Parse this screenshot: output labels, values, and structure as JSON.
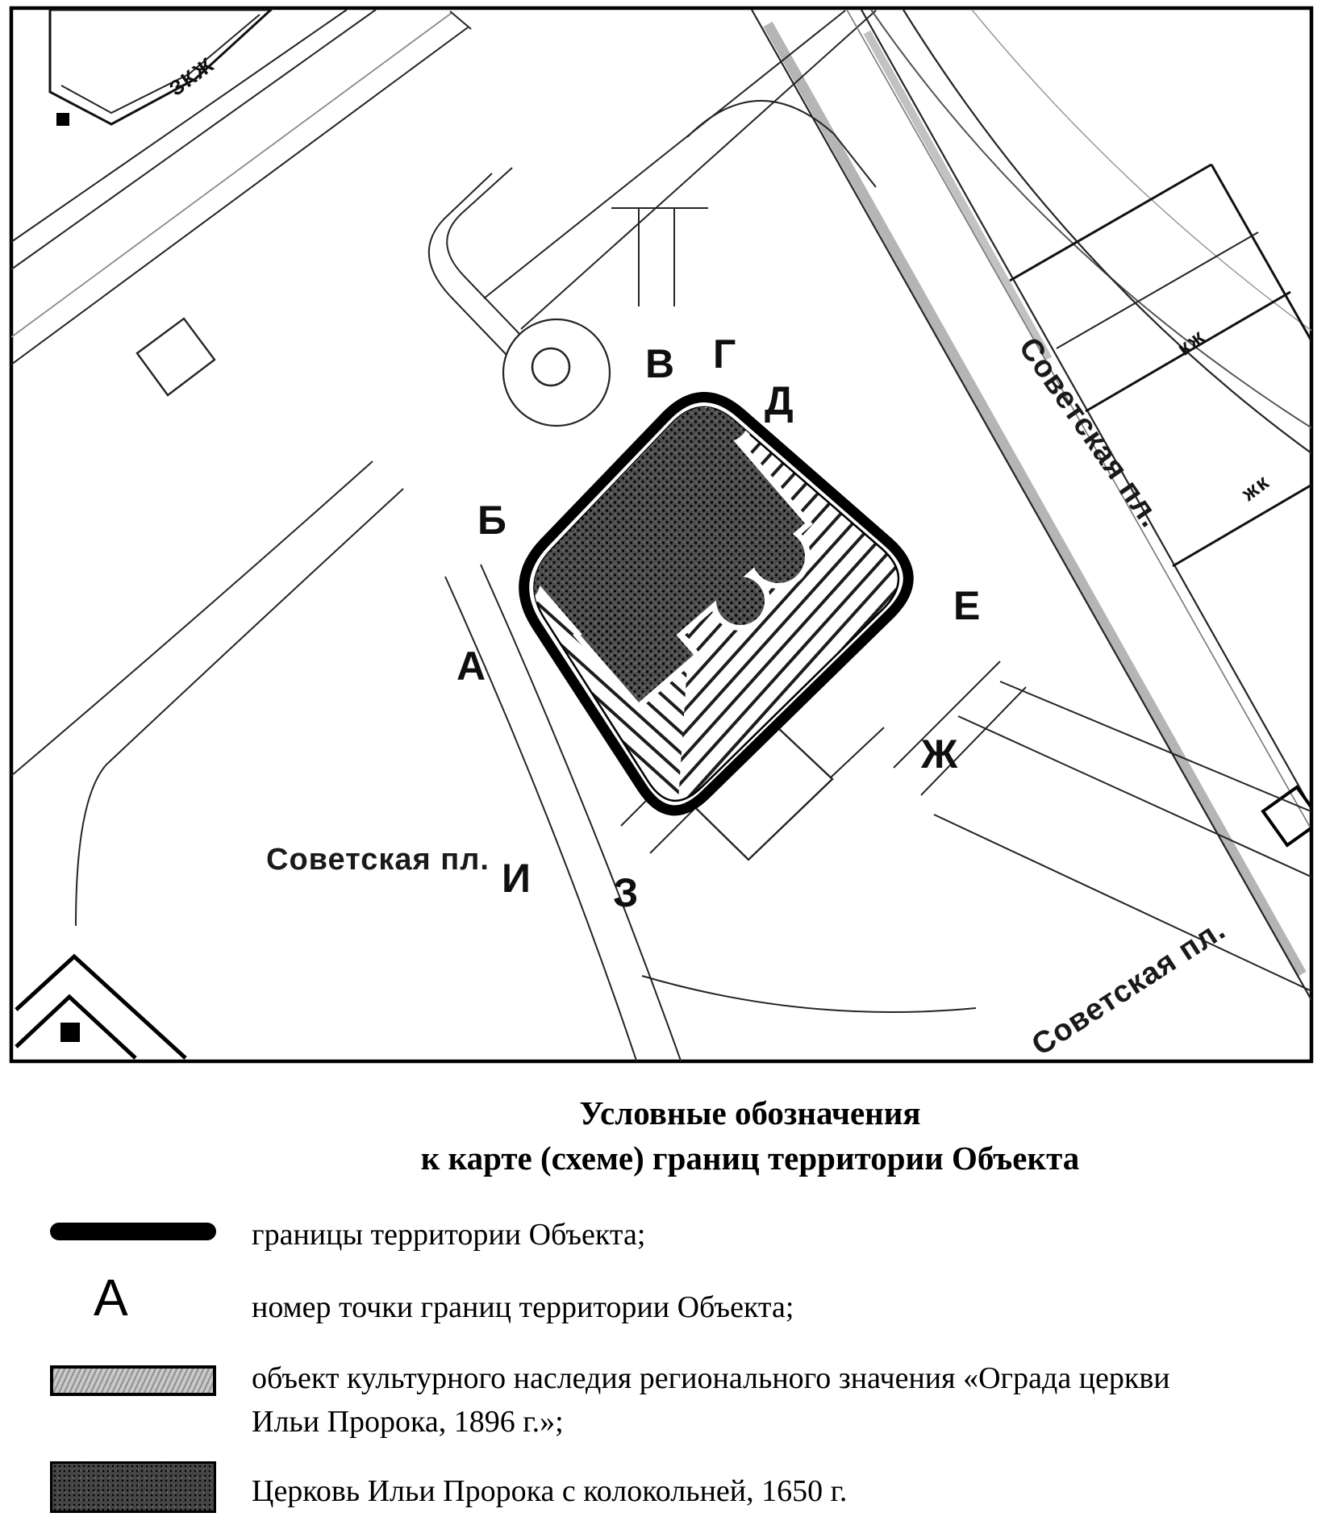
{
  "map": {
    "street_labels": [
      {
        "text": "Советская пл."
      },
      {
        "text": "Советская пл."
      },
      {
        "text": "Советская пл."
      }
    ],
    "boundary_point_labels": [
      "А",
      "Б",
      "В",
      "Г",
      "Д",
      "Е",
      "Ж",
      "З",
      "И"
    ],
    "building_block_labels": [
      "ЗКЖ",
      "кж",
      "жк"
    ],
    "features": {
      "territory_boundary": "толстая чёрная линия",
      "fence_hatch_band": "штриховая полоса внутри границы",
      "church_footprint": "тёмное пятно в центре"
    }
  },
  "legend": {
    "title_line1": "Условные обозначения",
    "title_line2": "к карте (схеме) границ территории Объекта",
    "items": [
      {
        "symbol": "territory-boundary-line",
        "text": "границы территории Объекта;"
      },
      {
        "symbol": "boundary-point-letter",
        "letter": "А",
        "text": "номер точки границ территории Объекта;"
      },
      {
        "symbol": "fence-hatched-bar",
        "text_line1": "объект культурного наследия регионального значения «Ограда церкви",
        "text_line2": "Ильи Пророка, 1896 г.»;"
      },
      {
        "symbol": "church-dark-bar",
        "text": "Церковь Ильи Пророка с колокольней, 1650 г."
      }
    ]
  },
  "colors": {
    "ink": "#000000",
    "paper": "#ffffff",
    "church_fill": "#4e4e4e",
    "fence_hatch_gray": "#9d9d9d",
    "street_gray": "#b5b5b5"
  }
}
